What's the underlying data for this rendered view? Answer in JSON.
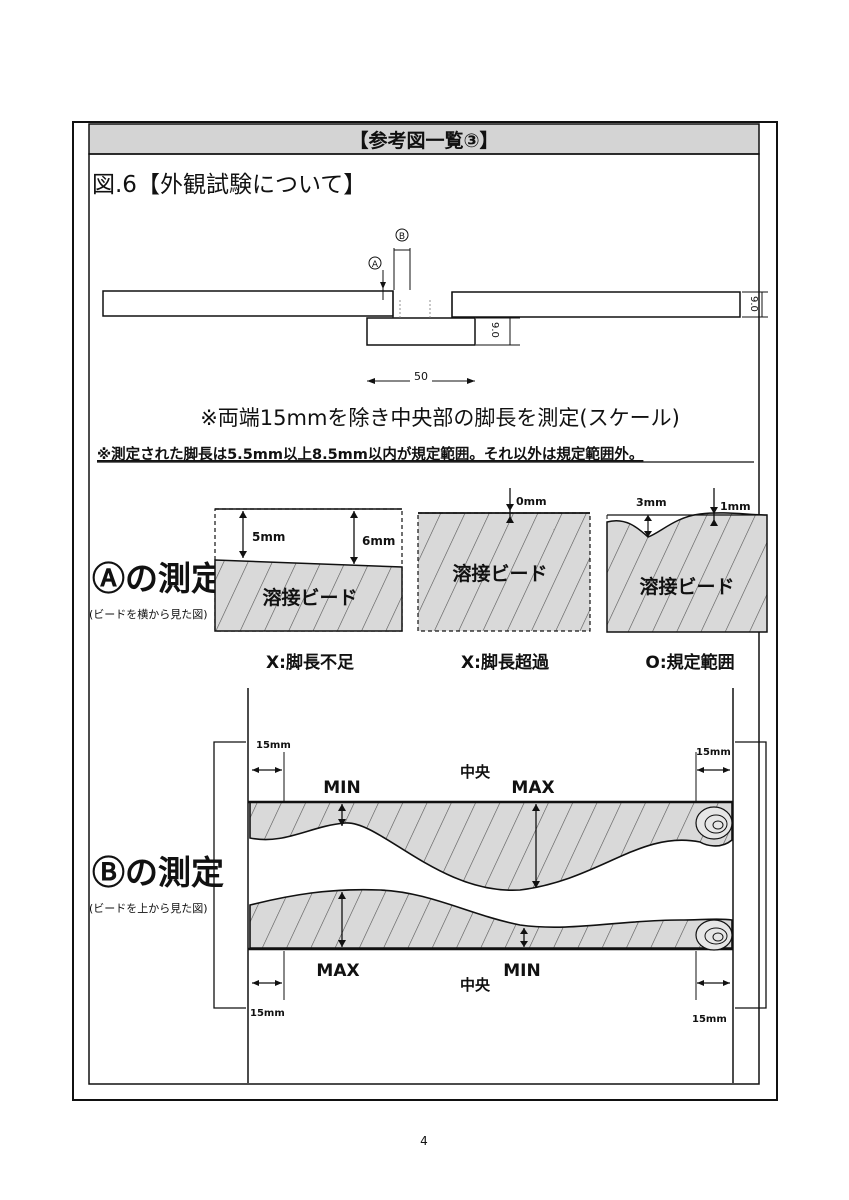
{
  "header": {
    "title": "【参考図一覧③】"
  },
  "figure": {
    "title": "図.6【外観試験について】"
  },
  "cross_section": {
    "label_a": "A",
    "label_b": "B",
    "dim_right": "9.0",
    "dim_backing": "9.0",
    "dim_width": "50"
  },
  "notes": {
    "line1": "※両端15mmを除き中央部の脚長を測定(スケール)",
    "line2": "※測定された脚長は5.5mm以上8.5mm以内が規定範囲。それ以外は規定範囲外。"
  },
  "section_a": {
    "title": "Ⓐの測定",
    "subtitle": "(ビードを横から見た図)",
    "panels": [
      {
        "bead": "溶接ビード",
        "dims": [
          "5mm",
          "6mm"
        ],
        "caption": "X:脚長不足"
      },
      {
        "bead": "溶接ビード",
        "dims": [
          "0mm"
        ],
        "caption": "X:脚長超過"
      },
      {
        "bead": "溶接ビード",
        "dims": [
          "3mm",
          "1mm"
        ],
        "caption": "O:規定範囲"
      }
    ]
  },
  "section_b": {
    "title": "Ⓑの測定",
    "subtitle": "(ビードを上から見た図)",
    "upper": {
      "left_margin": "15mm",
      "right_margin": "15mm",
      "min": "MIN",
      "center": "中央",
      "max": "MAX"
    },
    "lower": {
      "left_margin": "15mm",
      "right_margin": "15mm",
      "max": "MAX",
      "min": "MIN",
      "center": "中央"
    }
  },
  "footer": {
    "page_number": "4"
  }
}
